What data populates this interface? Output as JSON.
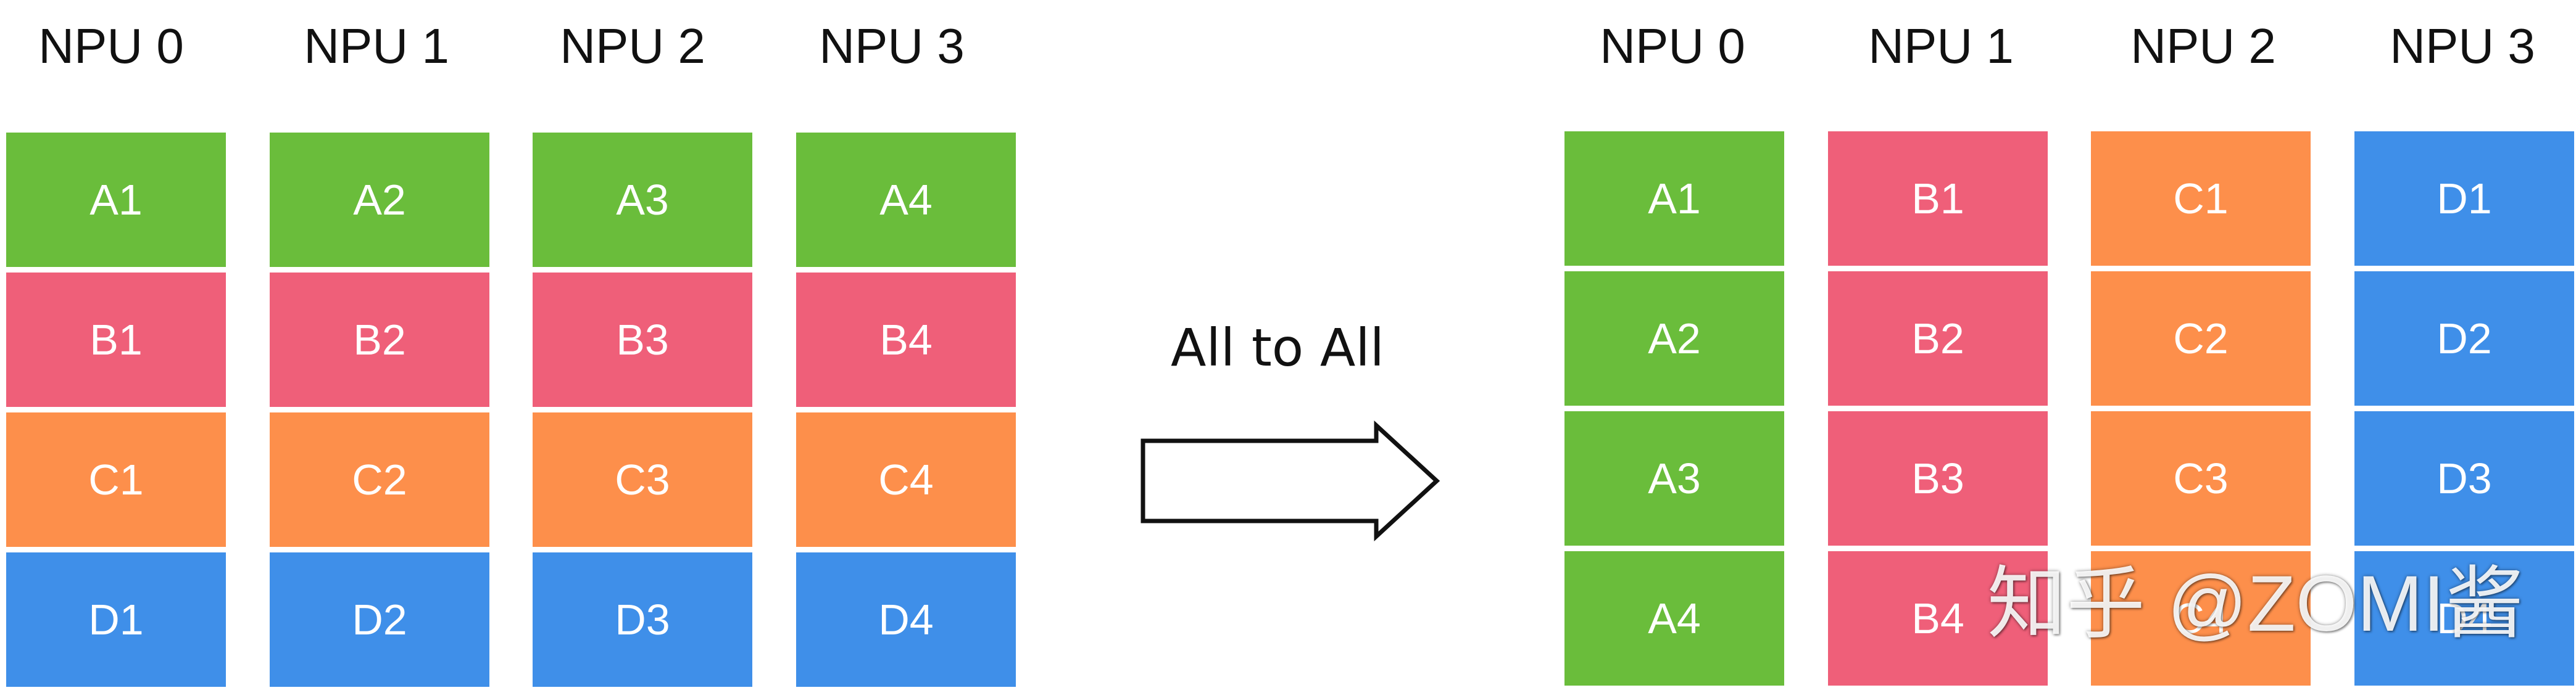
{
  "diagram": {
    "left_panel": {
      "labels": [
        "NPU 0",
        "NPU 1",
        "NPU 2",
        "NPU 3"
      ],
      "cells": [
        [
          "A1",
          "B1",
          "C1",
          "D1"
        ],
        [
          "A2",
          "B2",
          "C2",
          "D2"
        ],
        [
          "A3",
          "B3",
          "C3",
          "D3"
        ],
        [
          "A4",
          "B4",
          "C4",
          "D4"
        ]
      ]
    },
    "right_panel": {
      "labels": [
        "NPU 0",
        "NPU 1",
        "NPU 2",
        "NPU 3"
      ],
      "cells": [
        [
          "A1",
          "A2",
          "A3",
          "A4"
        ],
        [
          "B1",
          "B2",
          "B3",
          "B4"
        ],
        [
          "C1",
          "C2",
          "C3",
          "C4"
        ],
        [
          "D1",
          "D2",
          "D3",
          "D4"
        ]
      ]
    },
    "operation_label": "All to All"
  },
  "watermark": {
    "text": "知乎 @ZOMI酱"
  },
  "colors": {
    "A": "#6abd3b",
    "B": "#ef5f79",
    "C": "#fd8f4b",
    "D": "#3f8fe9"
  }
}
